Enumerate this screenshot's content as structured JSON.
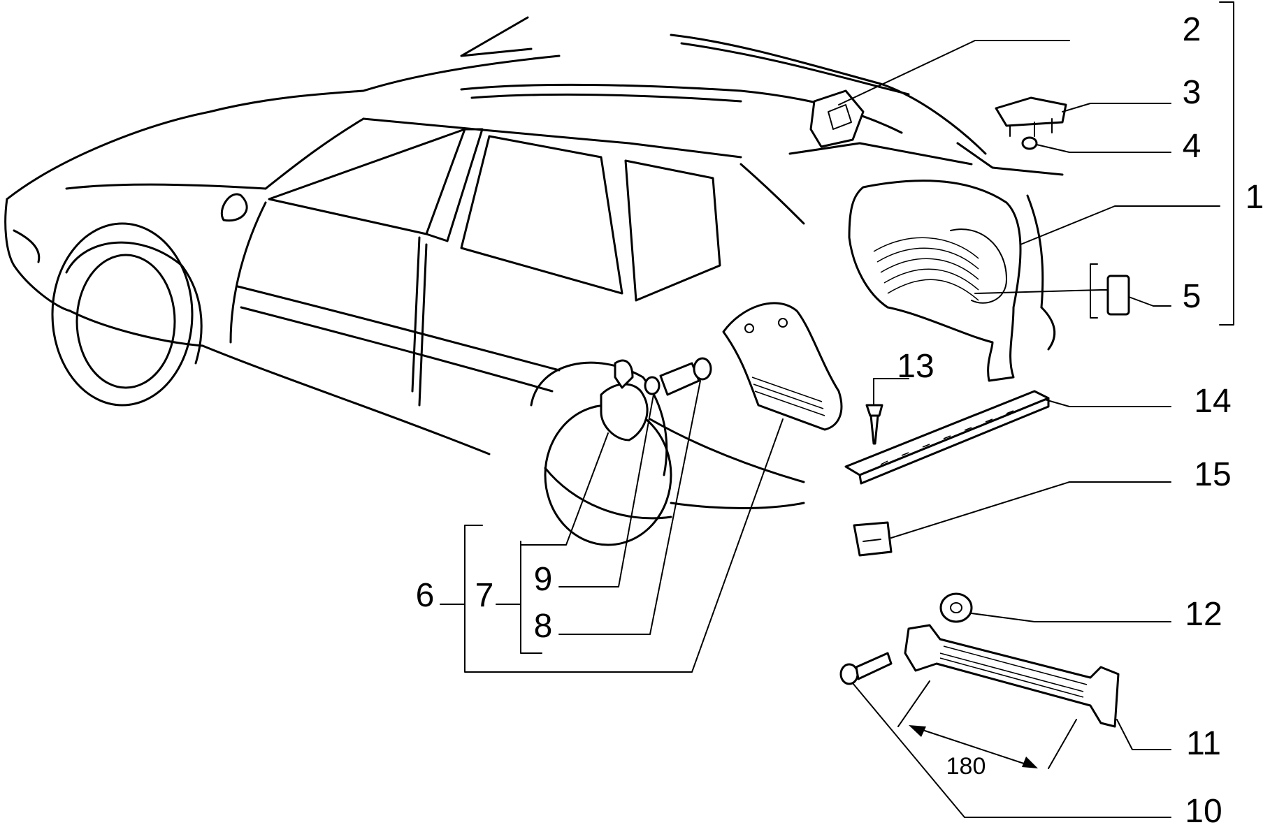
{
  "callouts": {
    "n1": "1",
    "n2": "2",
    "n3": "3",
    "n4": "4",
    "n5": "5",
    "n6": "6",
    "n7": "7",
    "n8": "8",
    "n9": "9",
    "n10": "10",
    "n11": "11",
    "n12": "12",
    "n13": "13",
    "n14": "14",
    "n15": "15"
  },
  "dimension": {
    "strap_length": "180"
  }
}
